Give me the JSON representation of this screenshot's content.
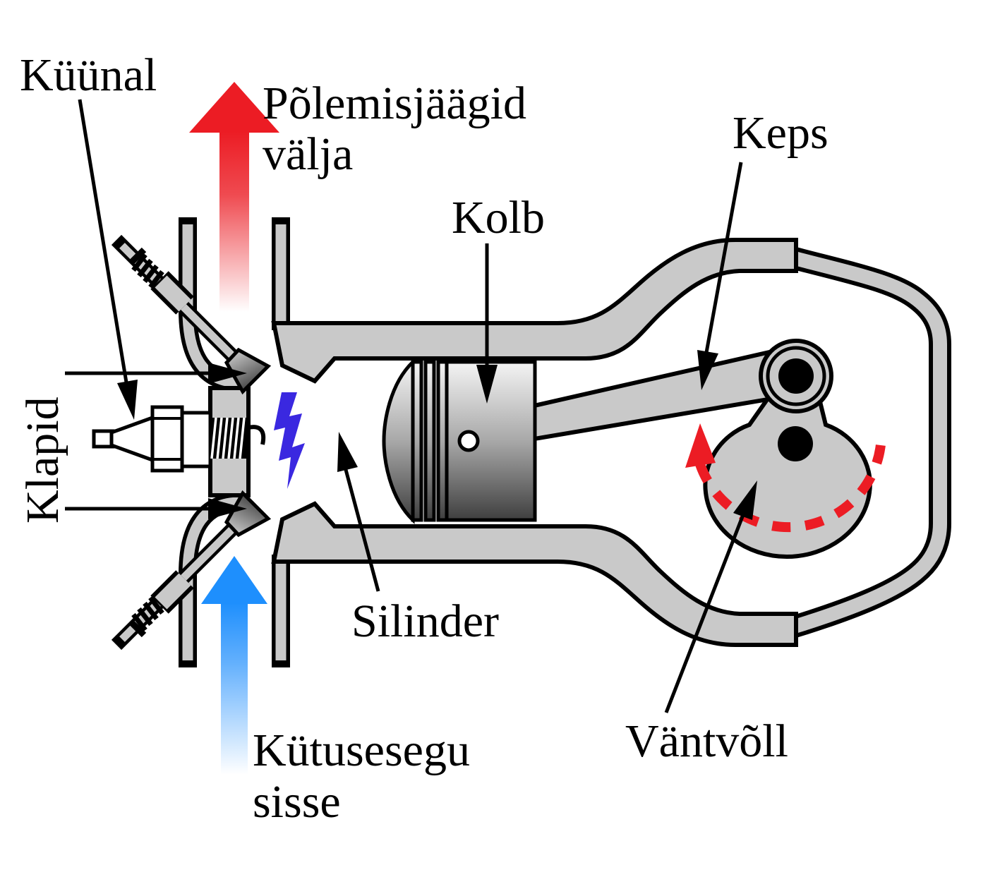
{
  "diagram": {
    "labels": {
      "spark_plug": "Küünal",
      "exhaust_out_line1": "Põlemisjäägid",
      "exhaust_out_line2": "välja",
      "connecting_rod": "Keps",
      "piston": "Kolb",
      "valves": "Klapid",
      "cylinder": "Silinder",
      "fuel_in_line1": "Kütusesegu",
      "fuel_in_line2": "sisse",
      "crankshaft": "Väntvõll"
    },
    "colors": {
      "metal_gray": "#c9c9c9",
      "outline_black": "#000000",
      "exhaust_red": "#ec1c24",
      "intake_blue": "#1e8ffd",
      "spark_bolt_blue": "#3a28e0",
      "rotation_arc_red": "#ec1c24",
      "background": "#ffffff"
    },
    "icons": {
      "exhaust_flow": "up-arrow",
      "intake_flow": "up-arrow",
      "ignition": "lightning-bolt-icon",
      "rotation_direction": "dashed-arc-arrow"
    }
  }
}
